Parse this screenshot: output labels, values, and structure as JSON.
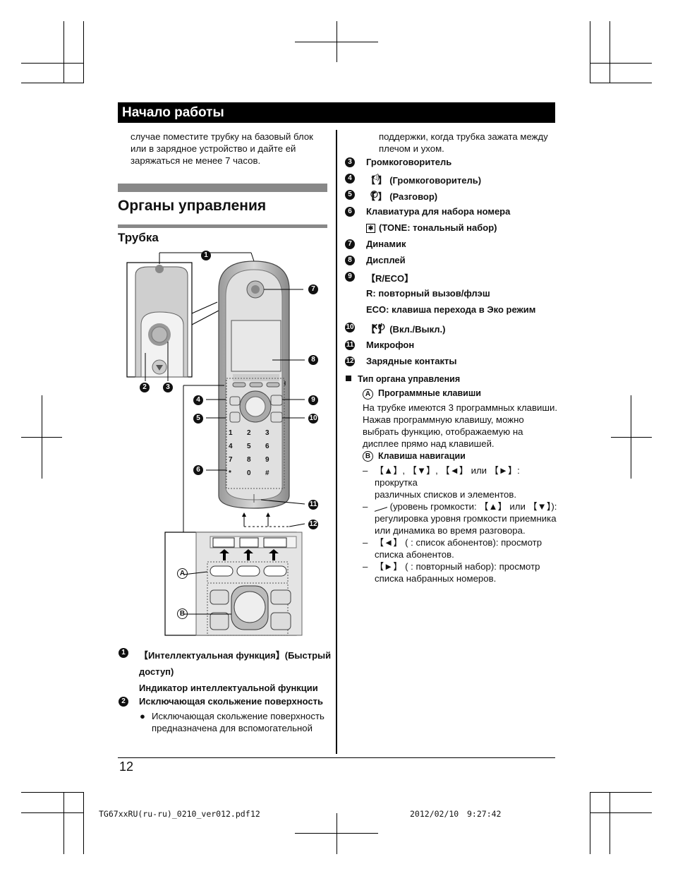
{
  "header": {
    "title": "Начало работы"
  },
  "left": {
    "intro": [
      "случае поместите трубку на базовый блок",
      "или в зарядное устройство и дайте ей",
      "заряжаться не менее 7 часов."
    ],
    "section_title": "Органы управления",
    "subsection_title": "Трубка",
    "figure_markers": [
      "1",
      "2",
      "3",
      "4",
      "5",
      "6",
      "7",
      "8",
      "9",
      "10",
      "11",
      "12"
    ],
    "figure_letters": [
      "A",
      "B"
    ],
    "keypad": [
      "1",
      "2",
      "3",
      "4",
      "5",
      "6",
      "7",
      "8",
      "9",
      "*",
      "0",
      "#"
    ],
    "items": [
      {
        "n": "1",
        "lines": [
          "【Интеллектуальная функция】(Быстрый",
          "доступ)",
          "Индикатор интеллектуальной функции"
        ]
      },
      {
        "n": "2",
        "lines": [
          "Исключающая скольжение поверхность"
        ]
      }
    ],
    "bullet": [
      "Исключающая скольжение поверхность",
      "предназначена для вспомогательной"
    ]
  },
  "right": {
    "cont": [
      "поддержки, когда трубка зажата между",
      "плечом и ухом."
    ],
    "items": [
      {
        "n": "3",
        "text": "Громкоговоритель"
      },
      {
        "n": "4",
        "text": "【 】 (Громкоговоритель)"
      },
      {
        "n": "5",
        "text": "【 】 (Разговор)"
      },
      {
        "n": "6",
        "text": "Клавиатура для набора номера"
      },
      {
        "n": "",
        "text": "(TONE: тональный набор)"
      },
      {
        "n": "7",
        "text": "Динамик"
      },
      {
        "n": "8",
        "text": "Дисплей"
      },
      {
        "n": "9",
        "text": "【R/ECO】"
      },
      {
        "n": "",
        "text": "R: повторный вызов/флэш"
      },
      {
        "n": "",
        "text": "ECO: клавиша перехода в Эко режим"
      },
      {
        "n": "10",
        "text": "【 】 (Вкл./Выкл.)"
      },
      {
        "n": "11",
        "text": "Микрофон"
      },
      {
        "n": "12",
        "text": "Зарядные контакты"
      }
    ],
    "type_title": "Тип органа управления",
    "a_title": "Программные клавиши",
    "a_text": [
      "На трубке имеются 3 программных клавиши.",
      "Нажав программную клавишу, можно",
      "выбрать функцию, отображаемую на",
      "дисплее прямо над клавишей."
    ],
    "b_title": "Клавиша навигации",
    "dash_items": [
      [
        "【▲】, 【▼】, 【◄】 или 【►】: прокрутка",
        "различных списков и элементов."
      ],
      [
        "(уровень громкости: 【▲】 или 【▼】):",
        "регулировка уровня громкости приемника",
        "или динамика во время разговора."
      ],
      [
        "【◄】 ( : список абонентов): просмотр",
        "списка абонентов."
      ],
      [
        "【►】 ( : повторный набор): просмотр",
        "списка набранных номеров."
      ]
    ]
  },
  "page_number": "12",
  "footer": {
    "file": "TG67xxRU(ru-ru)_0210_ver012.pdf",
    "page": "12",
    "date": "2012/02/10",
    "time": "9:27:42"
  }
}
